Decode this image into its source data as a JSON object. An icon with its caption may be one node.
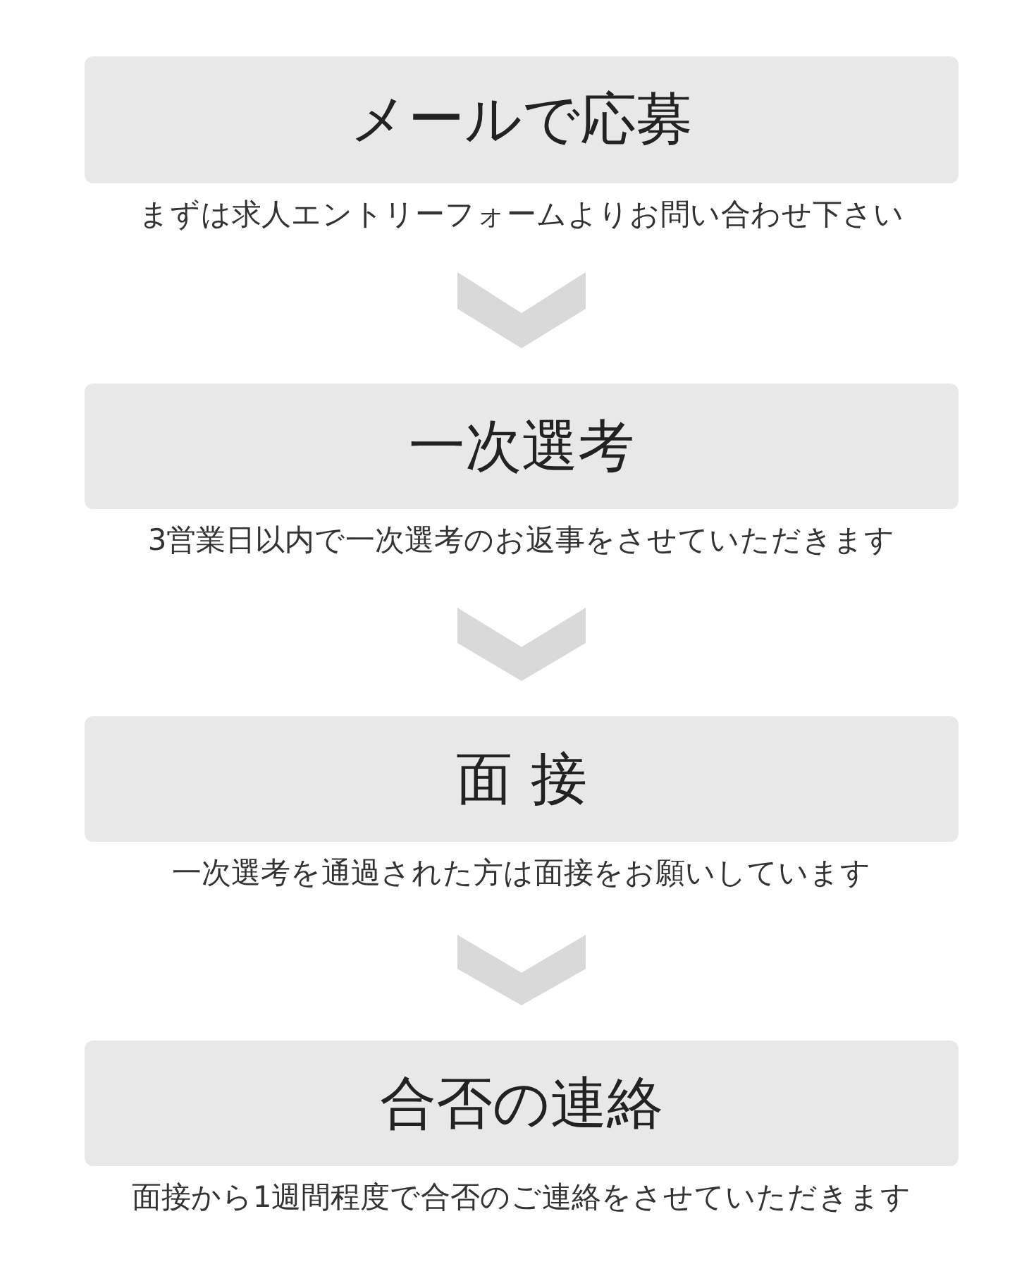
{
  "diagram": {
    "nodes": [
      {
        "text": [
          "メールで応募"
        ],
        "beside": [
          "まずは求人エントリーフォームよりお問い合わせ下さい"
        ]
      },
      {
        "text": [
          "一次選考"
        ],
        "beside": [
          "3営業日以内で一次選考のお返事をさせていただきます"
        ]
      },
      {
        "text": [
          "面 接"
        ],
        "beside": [
          "一次選考を通過された方は面接をお願いしています"
        ]
      },
      {
        "text": [
          "合否の連絡"
        ],
        "beside": [
          "面接から1週間程度で合否のご連絡をさせていただきます"
        ]
      }
    ],
    "edges": [
      {
        "from": 0,
        "to": 1,
        "arrow": "to"
      },
      {
        "from": 1,
        "to": 2,
        "arrow": "to"
      },
      {
        "from": 2,
        "to": 3,
        "arrow": "to"
      }
    ]
  }
}
